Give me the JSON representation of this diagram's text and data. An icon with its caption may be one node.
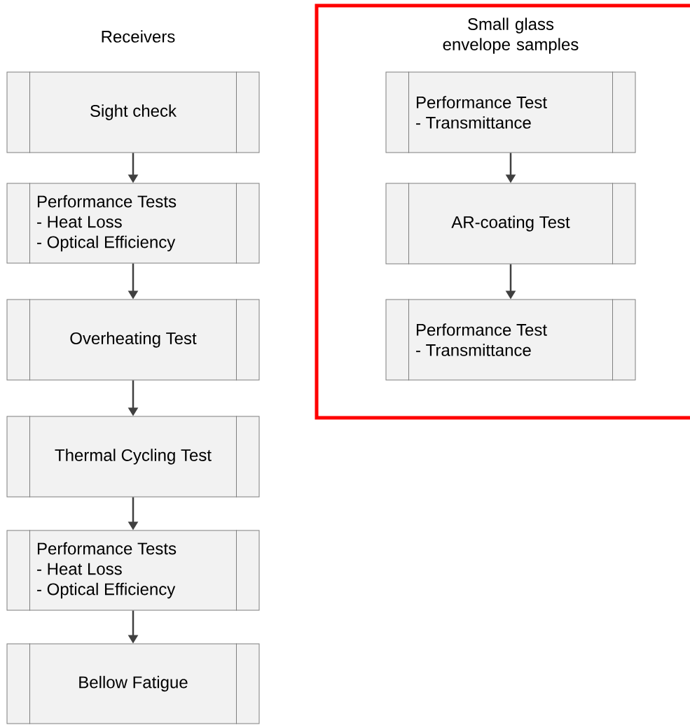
{
  "diagram": {
    "nodes": [
      {
        "text": [
          "Sight check"
        ]
      },
      {
        "text": [
          "Performance Tests",
          "- Heat Loss",
          "- Optical Efficiency"
        ]
      },
      {
        "text": [
          "Overheating Test"
        ]
      },
      {
        "text": [
          "Thermal Cycling Test"
        ]
      },
      {
        "text": [
          "Performance Tests",
          "- Heat Loss",
          "- Optical Efficiency"
        ]
      },
      {
        "text": [
          "Bellow Fatigue"
        ]
      },
      {
        "text": [
          "Small glass envelope samples"
        ]
      },
      {
        "text": [
          "Performance Test",
          "- Transmittance"
        ],
        "in": 6
      },
      {
        "text": [
          "AR-coating Test"
        ],
        "in": 6
      },
      {
        "text": [
          "Performance Test",
          "- Transmittance"
        ],
        "in": 6
      }
    ],
    "edges": [
      {
        "from": 0,
        "to": 1,
        "arrow": "to"
      },
      {
        "from": 1,
        "to": 2,
        "arrow": "to"
      },
      {
        "from": 2,
        "to": 3,
        "arrow": "to"
      },
      {
        "from": 3,
        "to": 4,
        "arrow": "to"
      },
      {
        "from": 4,
        "to": 5,
        "arrow": "to"
      },
      {
        "from": 7,
        "to": 8,
        "arrow": "to"
      },
      {
        "from": 8,
        "to": 9,
        "arrow": "to"
      }
    ],
    "labels": [
      "Receivers"
    ]
  }
}
